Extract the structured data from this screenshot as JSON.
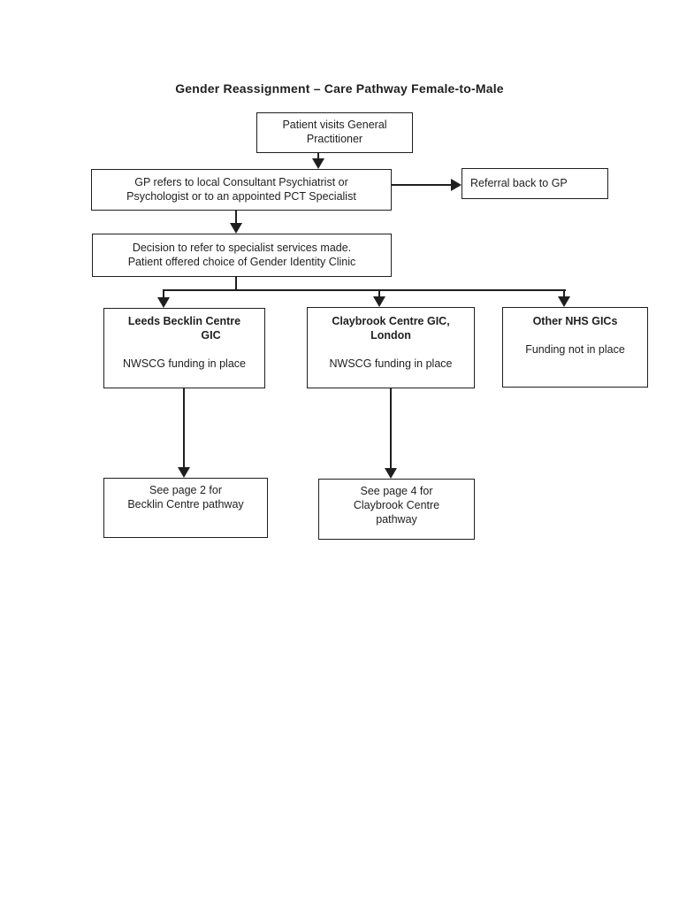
{
  "colors": {
    "ink": "#1f1f1f",
    "paper": "#ffffff"
  },
  "title": "Gender Reassignment – Care Pathway Female-to-Male",
  "nodes": {
    "patient_visits": {
      "lines": [
        "Patient visits General",
        "Practitioner"
      ]
    },
    "gp_refers": {
      "lines": [
        "GP refers to local Consultant Psychiatrist or",
        "Psychologist or to an appointed PCT Specialist"
      ]
    },
    "referral_back": {
      "lines": [
        "Referral back to GP"
      ]
    },
    "decision": {
      "lines": [
        "Decision to refer to specialist services made.",
        "Patient offered choice of Gender Identity Clinic"
      ]
    },
    "leeds": {
      "title_lines": [
        "Leeds Becklin Centre",
        "GIC"
      ],
      "body": "NWSCG funding in place"
    },
    "claybrook": {
      "title_lines": [
        "Claybrook Centre GIC,",
        "London"
      ],
      "body": "NWSCG funding in place"
    },
    "other_gics": {
      "title_lines": [
        "Other NHS GICs"
      ],
      "body": "Funding not in place"
    },
    "see_page_2": {
      "lines": [
        "See page 2  for",
        "Becklin Centre pathway"
      ]
    },
    "see_page_4": {
      "lines": [
        "See page 4 for",
        "Claybrook Centre",
        "pathway"
      ]
    }
  }
}
